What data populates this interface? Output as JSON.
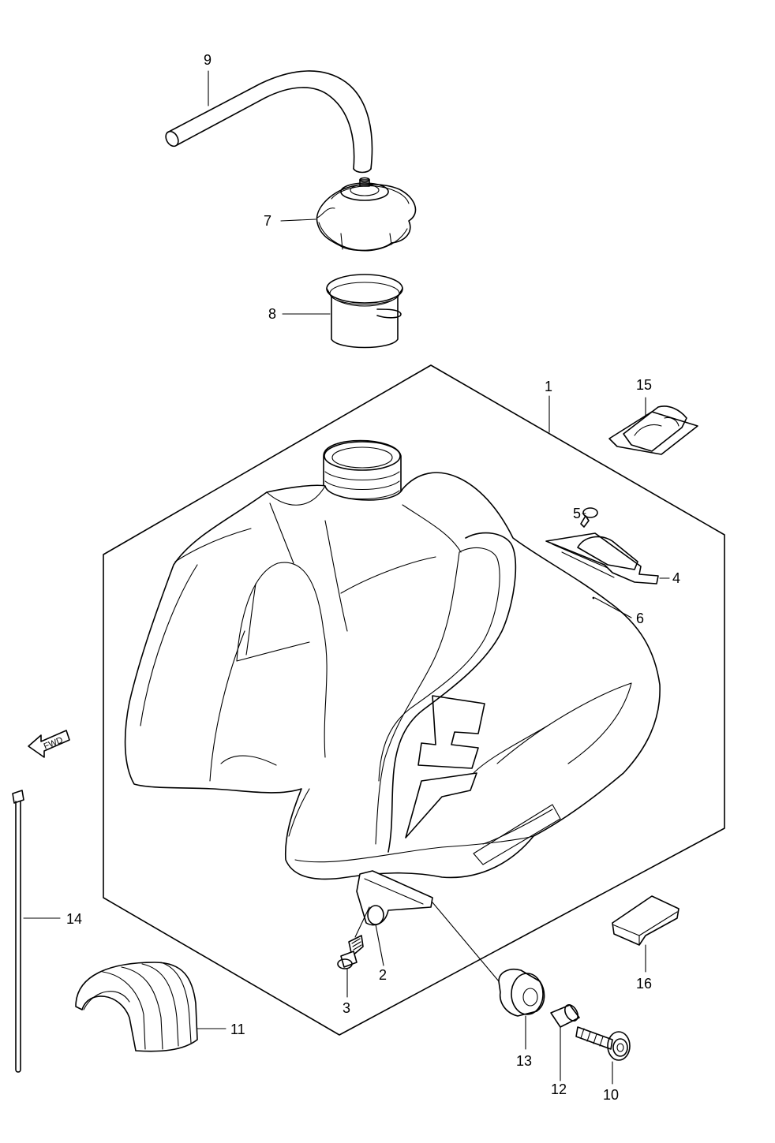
{
  "colors": {
    "line": "#000000",
    "background": "#ffffff"
  },
  "direction_marker": {
    "label": "FWD",
    "icon": "forward-arrow-icon"
  },
  "callouts": [
    {
      "id": "1",
      "label": "1"
    },
    {
      "id": "2",
      "label": "2"
    },
    {
      "id": "3",
      "label": "3"
    },
    {
      "id": "4",
      "label": "4"
    },
    {
      "id": "5",
      "label": "5"
    },
    {
      "id": "6",
      "label": "6"
    },
    {
      "id": "7",
      "label": "7"
    },
    {
      "id": "8",
      "label": "8"
    },
    {
      "id": "9",
      "label": "9"
    },
    {
      "id": "10",
      "label": "10"
    },
    {
      "id": "11",
      "label": "11"
    },
    {
      "id": "12",
      "label": "12"
    },
    {
      "id": "13",
      "label": "13"
    },
    {
      "id": "14",
      "label": "14"
    },
    {
      "id": "15",
      "label": "15"
    },
    {
      "id": "16",
      "label": "16"
    }
  ]
}
